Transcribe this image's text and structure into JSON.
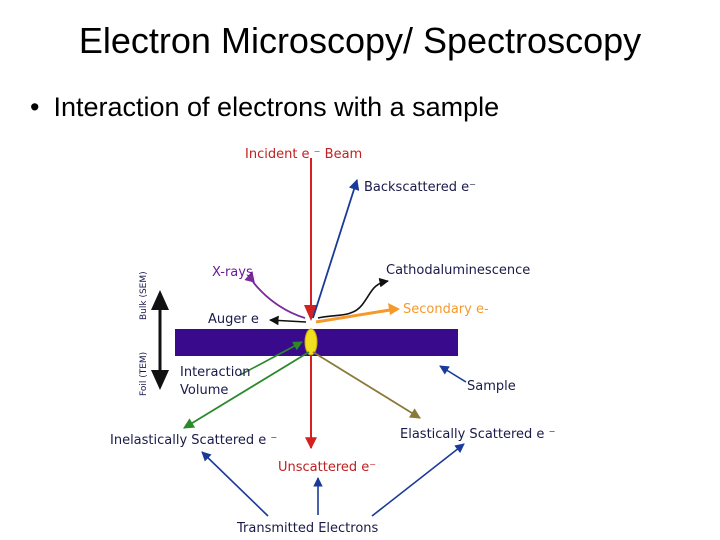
{
  "slide": {
    "title": "Electron Microscopy/ Spectroscopy",
    "bullet": "Interaction of electrons with a sample"
  },
  "diagram": {
    "labels": {
      "incident_beam": "Incident e ⁻  Beam",
      "backscattered": "Backscattered e⁻",
      "x_rays": "X-rays",
      "cathodoluminescence": "Cathodaluminescence",
      "secondary": "Secondary e-",
      "auger": "Auger e",
      "bulk": "Bulk (SEM)",
      "foil": "Foil (TEM)",
      "interaction_volume_1": "Interaction",
      "interaction_volume_2": "Volume",
      "sample": "Sample",
      "inelastic": "Inelastically Scattered e ⁻",
      "elastic": "Elastically Scattered e ⁻",
      "unscattered": "Unscattered e⁻",
      "transmitted": "Transmitted Electrons"
    },
    "colors": {
      "sample_bar": "#3a0a8c",
      "incident": "#d42020",
      "backscattered": "#1a3a9a",
      "x_rays": "#7a2a9a",
      "secondary": "#f59a2a",
      "interaction_volume": "#f0e020",
      "inelastic": "#2a8a2a",
      "elastic": "#8a7a3a",
      "label_red": "#c02020",
      "label_purple": "#6a1a9a",
      "label_dark": "#1a1a4a"
    }
  }
}
